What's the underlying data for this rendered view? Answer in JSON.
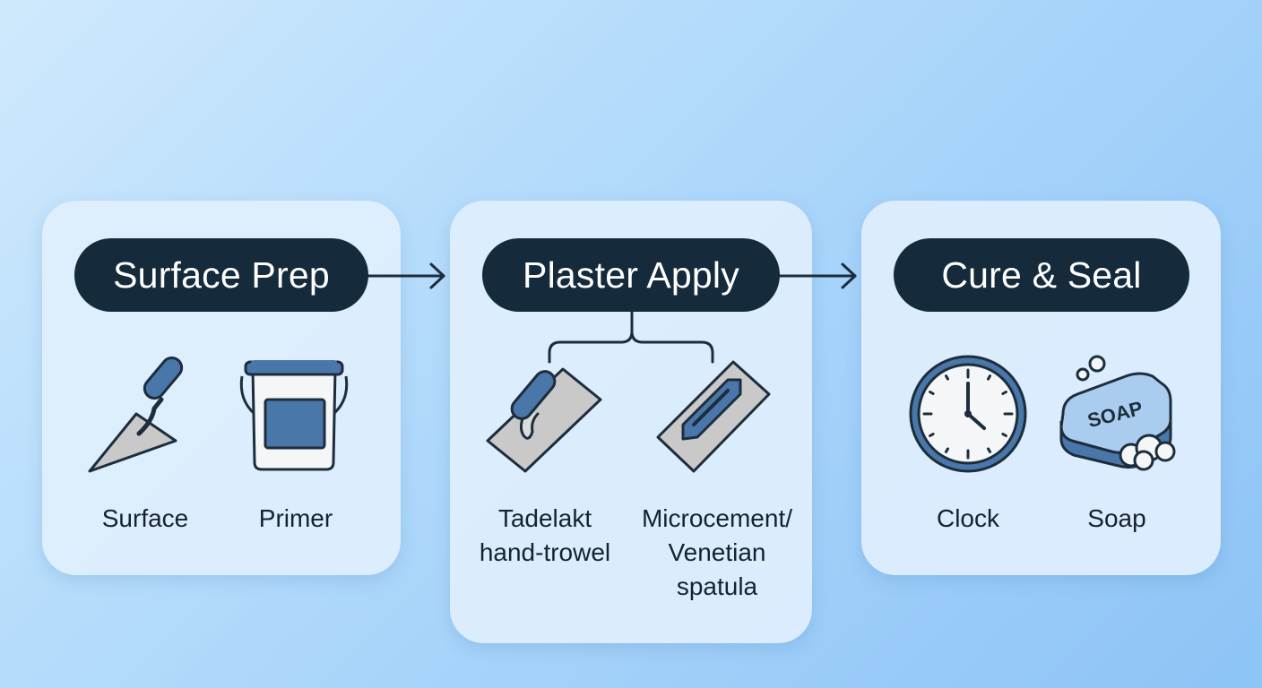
{
  "stages": [
    {
      "title": "Surface Prep",
      "items": [
        {
          "label": [
            "Surface"
          ],
          "icon": "trowel-icon"
        },
        {
          "label": [
            "Primer"
          ],
          "icon": "paint-bucket-icon"
        }
      ]
    },
    {
      "title": "Plaster Apply",
      "items": [
        {
          "label": [
            "Tadelakt",
            "hand-trowel"
          ],
          "icon": "hand-trowel-icon"
        },
        {
          "label": [
            "Microcement/",
            "Venetian",
            "spatula"
          ],
          "icon": "spatula-float-icon"
        }
      ]
    },
    {
      "title": "Cure & Seal",
      "items": [
        {
          "label": [
            "Clock"
          ],
          "icon": "clock-icon"
        },
        {
          "label": [
            "Soap"
          ],
          "icon": "soap-icon"
        }
      ]
    }
  ],
  "soap_text": "SOAP",
  "colors": {
    "pill": "#152a3b",
    "icon_blue": "#4a77aa",
    "icon_outline": "#1d2d3c",
    "tool_gray": "#c9c9c9",
    "card": "#e0effd"
  }
}
